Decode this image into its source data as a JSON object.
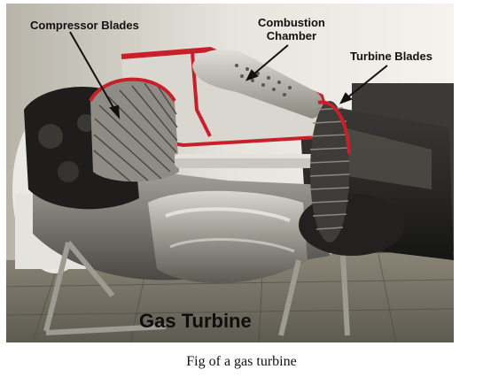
{
  "figure": {
    "labels": {
      "compressor": "Compressor Blades",
      "combustion_line1": "Combustion",
      "combustion_line2": "Chamber",
      "turbine": "Turbine Blades"
    },
    "photo_title": "Gas Turbine",
    "caption": "Fig of a gas turbine"
  },
  "colors": {
    "frame": "#0b0b0b",
    "accent_red": "#c8202a",
    "label_text": "#111111"
  }
}
